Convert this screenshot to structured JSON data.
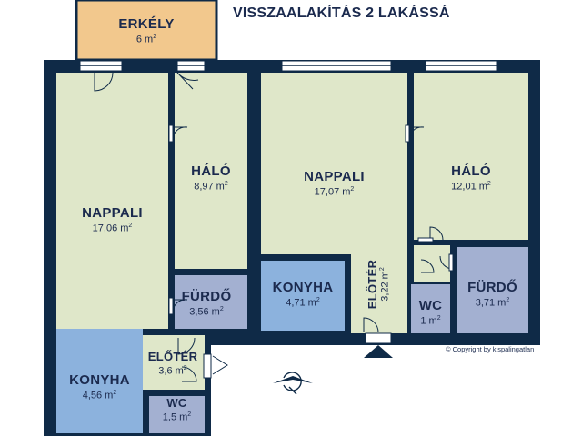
{
  "title": "VISSZAALAKÍTÁS 2 LAKÁSSÁ",
  "copyright": "© Copyright by kispalingatlan",
  "unit_superscript": "2",
  "colors": {
    "wall": "#0f2a47",
    "floor": "#dfe7c9",
    "balcony": "#f2c88d",
    "kitchen": "#8cb2dd",
    "bath": "#a3b0d1",
    "text": "#1b2a4e"
  },
  "rooms": [
    {
      "id": "erkely",
      "name": "ERKÉLY",
      "area": "6 m",
      "fill": "balcony"
    },
    {
      "id": "nappali-left",
      "name": "NAPPALI",
      "area": "17,06 m",
      "fill": "floor"
    },
    {
      "id": "halo-left",
      "name": "HÁLÓ",
      "area": "8,97 m",
      "fill": "floor"
    },
    {
      "id": "furdo-left",
      "name": "FÜRDŐ",
      "area": "3,56 m",
      "fill": "bath"
    },
    {
      "id": "eloter-left",
      "name": "ELŐTÉR",
      "area": "3,6 m",
      "fill": "floor"
    },
    {
      "id": "konyha-left",
      "name": "KONYHA",
      "area": "4,56 m",
      "fill": "kitchen"
    },
    {
      "id": "wc-left",
      "name": "WC",
      "area": "1,5 m",
      "fill": "bath"
    },
    {
      "id": "nappali-right",
      "name": "NAPPALI",
      "area": "17,07 m",
      "fill": "floor"
    },
    {
      "id": "halo-right",
      "name": "HÁLÓ",
      "area": "12,01 m",
      "fill": "floor"
    },
    {
      "id": "konyha-right",
      "name": "KONYHA",
      "area": "4,71 m",
      "fill": "kitchen"
    },
    {
      "id": "eloter-right",
      "name": "ELŐTÉR",
      "area": "3,22 m",
      "fill": "floor"
    },
    {
      "id": "wc-right",
      "name": "WC",
      "area": "1 m",
      "fill": "bath"
    },
    {
      "id": "furdo-right",
      "name": "FÜRDŐ",
      "area": "3,71 m",
      "fill": "bath"
    }
  ]
}
